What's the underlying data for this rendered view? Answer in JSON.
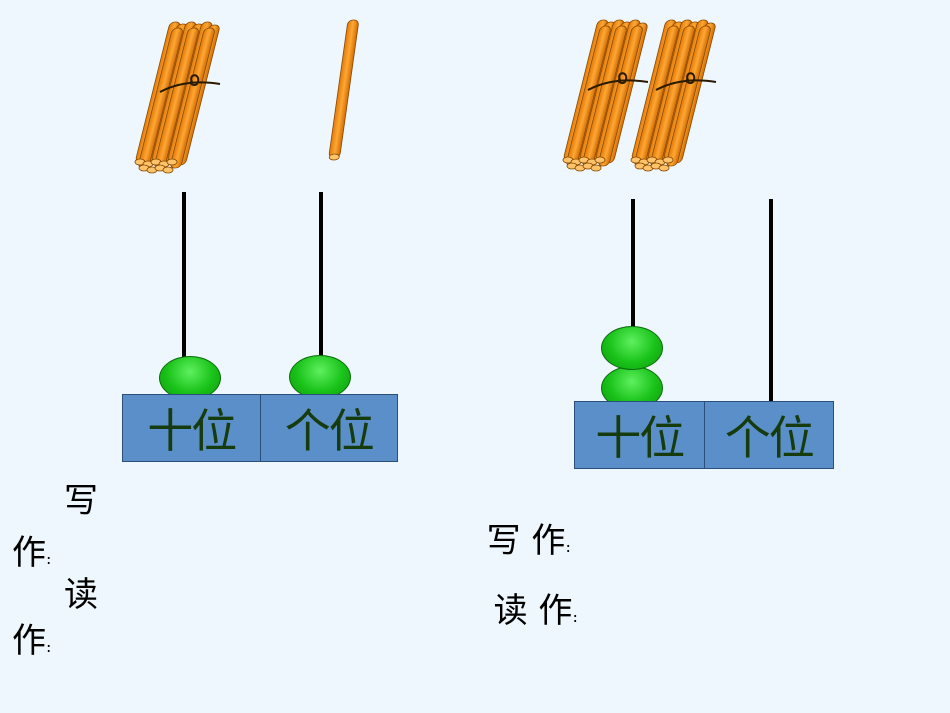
{
  "left_abacus": {
    "tens_label": "十位",
    "ones_label": "个位",
    "tens_beads": 1,
    "ones_beads": 1
  },
  "right_abacus": {
    "tens_label": "十位",
    "ones_label": "个位",
    "tens_beads": 2,
    "ones_beads": 0
  },
  "left_labels": {
    "write_a": "写",
    "write_b": "作",
    "read_a": "读",
    "read_b": "作",
    "colon": ":"
  },
  "right_labels": {
    "write": "写 作",
    "read": "读 作",
    "colon": ":"
  },
  "colors": {
    "stick": "#f7941d",
    "bead": "#19c219",
    "place_box": "#5b8fc9",
    "background": "#eef7fd"
  }
}
